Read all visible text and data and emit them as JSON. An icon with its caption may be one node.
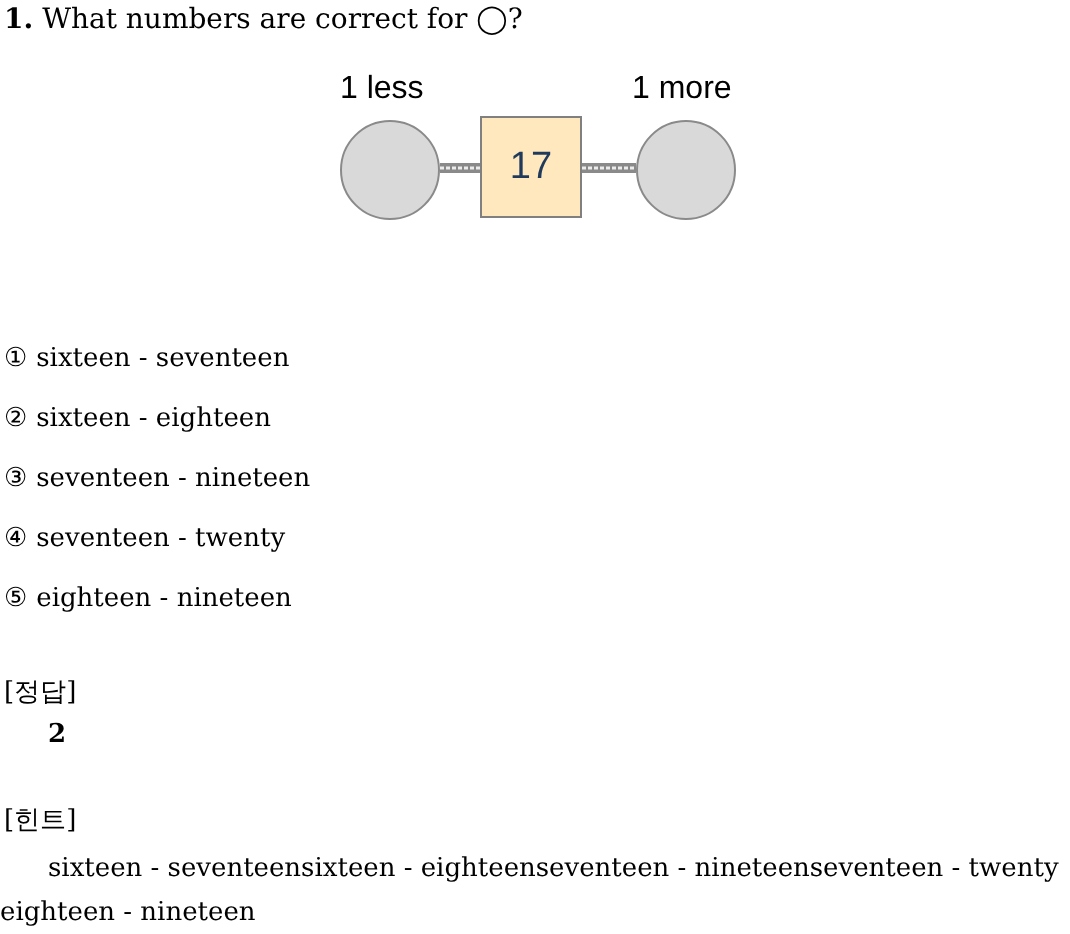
{
  "diagram": {
    "title": "**1.** What numbers are correct for ◯?",
    "nodes": [
      {
        "text": [],
        "shape": "circle",
        "beside": [
          "1 less"
        ]
      },
      {
        "text": [
          "17"
        ]
      },
      {
        "text": [],
        "shape": "circle",
        "beside": [
          "1 more"
        ]
      }
    ],
    "edges": [
      {
        "from": 0,
        "to": 1,
        "arrow": "none"
      },
      {
        "from": 1,
        "to": 2,
        "arrow": "none"
      }
    ],
    "labels": [
      "① sixteen - seventeen",
      "② sixteen - eighteen",
      "③ seventeen - nineteen",
      "④ seventeen - twenty",
      "⑤ eighteen - nineteen",
      "[정답]",
      "2",
      "[힌트]",
      "sixteen - seventeensixteen - eighteenseventeen - nineteenseventeen - twenty eighteen - nineteen"
    ]
  }
}
